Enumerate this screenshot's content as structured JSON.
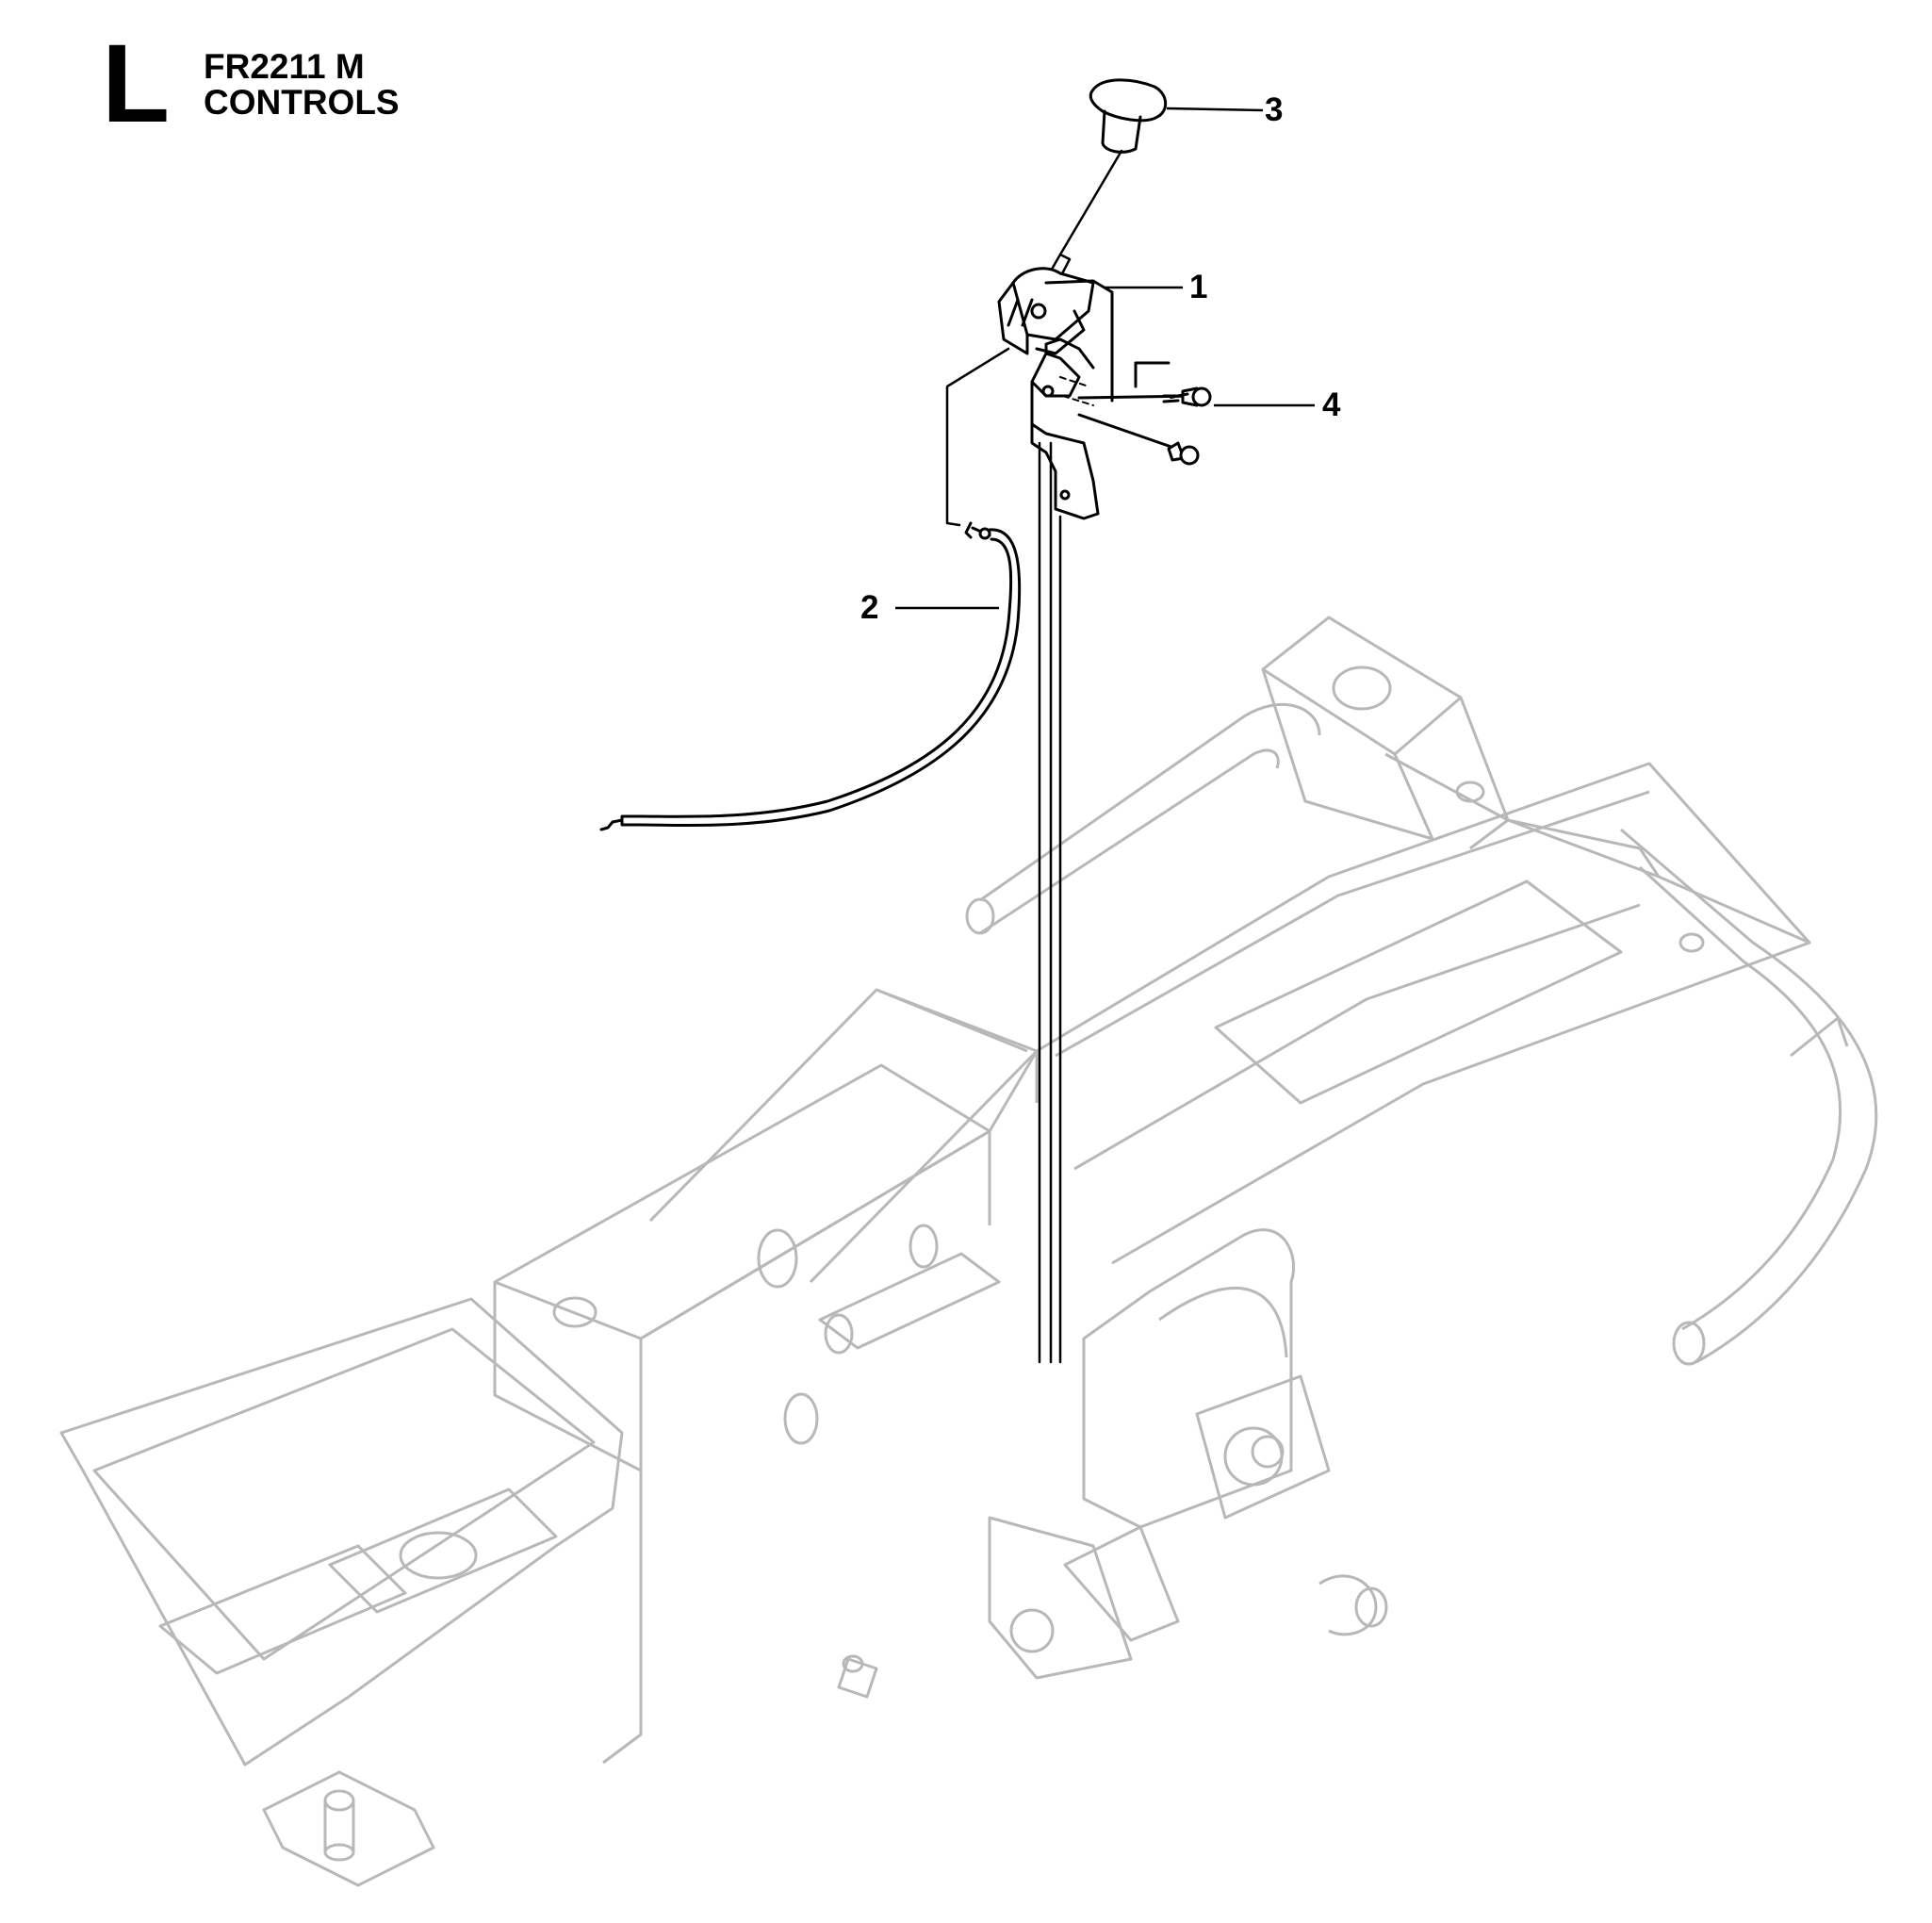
{
  "header": {
    "section_letter": "L",
    "model": "FR2211 M",
    "section_title": "CONTROLS"
  },
  "callouts": [
    {
      "id": "1",
      "part": "control-lever-assembly"
    },
    {
      "id": "2",
      "part": "throttle-cable"
    },
    {
      "id": "3",
      "part": "knob"
    },
    {
      "id": "4",
      "part": "screws"
    }
  ],
  "colors": {
    "line": "#000000",
    "frame": "#b8b8b8",
    "background": "#ffffff"
  }
}
